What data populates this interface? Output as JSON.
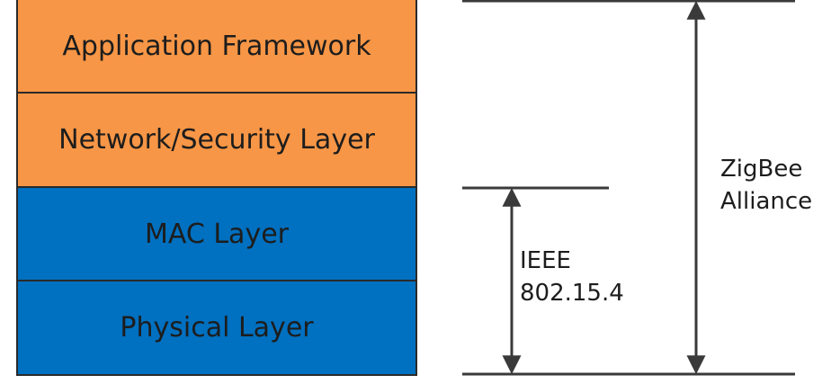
{
  "colors": {
    "upper_layers": "#f79646",
    "lower_layers": "#0070c0"
  },
  "layers": [
    {
      "label": "Application Framework",
      "group": "upper_layers"
    },
    {
      "label": "Network/Security Layer",
      "group": "upper_layers"
    },
    {
      "label": "MAC Layer",
      "group": "lower_layers"
    },
    {
      "label": "Physical Layer",
      "group": "lower_layers"
    }
  ],
  "scopes": {
    "ieee": {
      "line1": "IEEE",
      "line2": "802.15.4",
      "covers_layers": [
        "MAC Layer",
        "Physical Layer"
      ]
    },
    "zigbee": {
      "line1": "ZigBee",
      "line2": "Alliance",
      "covers_layers": [
        "Application Framework",
        "Network/Security Layer"
      ]
    }
  }
}
